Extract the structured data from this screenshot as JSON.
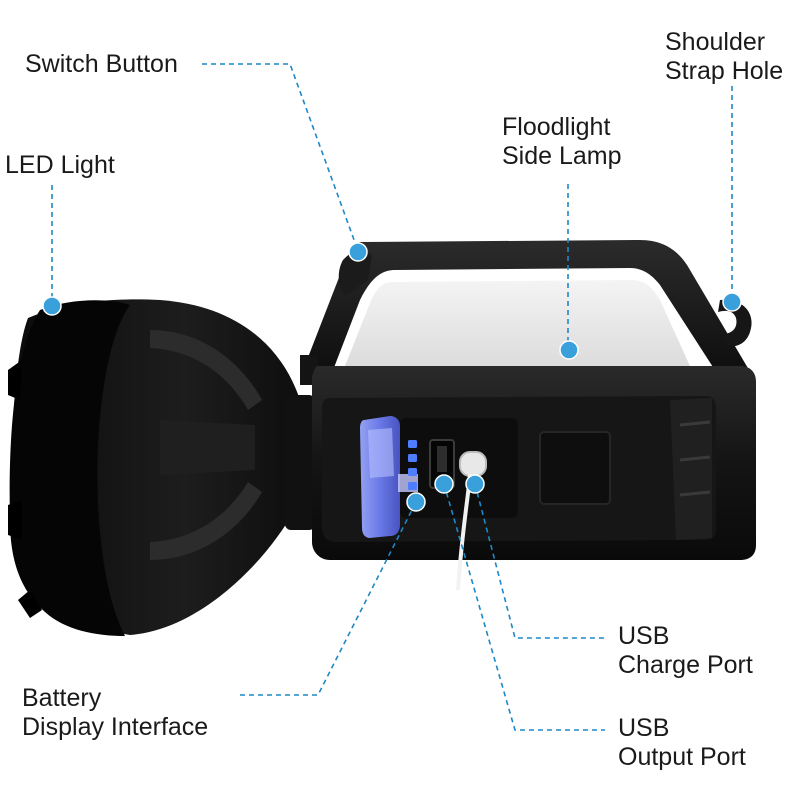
{
  "accent_color": "#1e88c7",
  "callouts": {
    "led_light": {
      "lines": [
        "LED Light"
      ]
    },
    "switch_button": {
      "lines": [
        "Switch Button"
      ]
    },
    "shoulder_strap_hole": {
      "lines": [
        "Shoulder",
        "Strap Hole"
      ]
    },
    "floodlight_side_lamp": {
      "lines": [
        "Floodlight",
        "Side Lamp"
      ]
    },
    "usb_charge_port": {
      "lines": [
        "USB",
        "Charge Port"
      ]
    },
    "battery_display_interface": {
      "lines": [
        "Battery",
        "Display Interface"
      ]
    },
    "usb_output_port": {
      "lines": [
        "USB",
        "Output Port"
      ]
    }
  }
}
